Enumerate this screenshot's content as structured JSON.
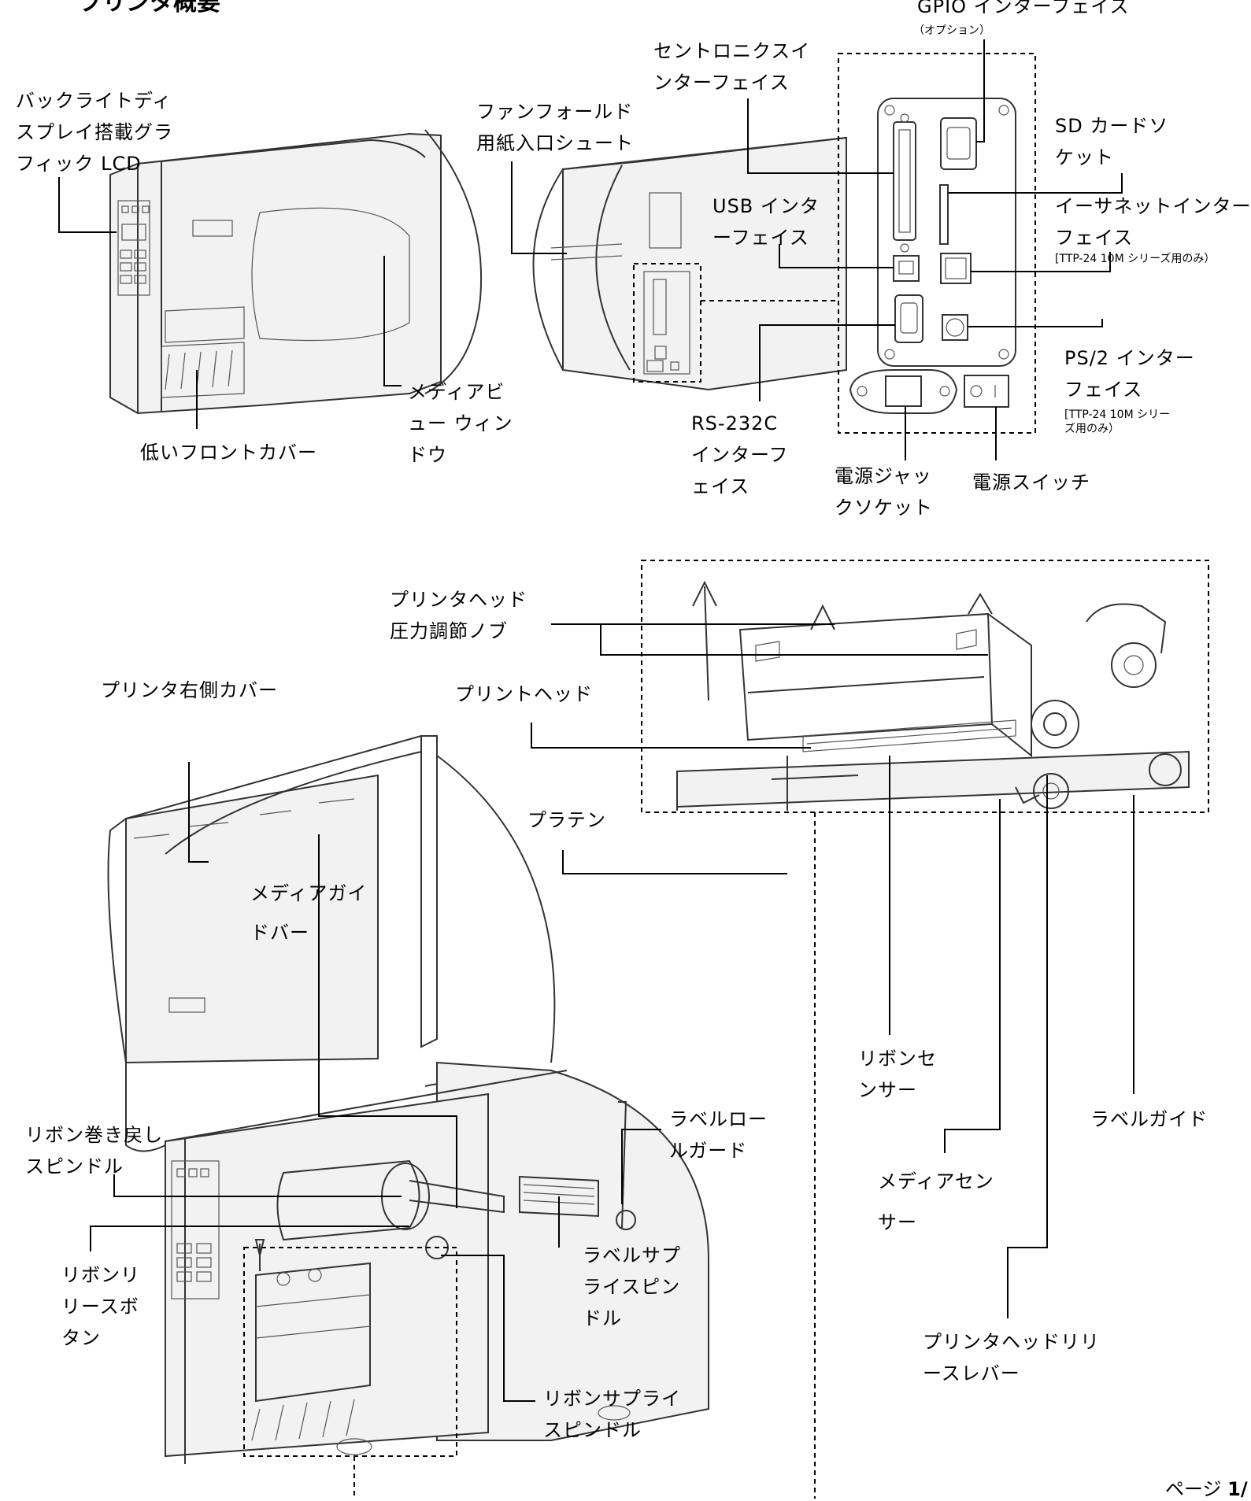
{
  "title": "プリンタ概要",
  "page_number_prefix": "ページ ",
  "page_number": "1/",
  "labels": {
    "lcd": "バックライトディ\nスプレイ搭載グラ\nフィック LCD",
    "fanfold": "ファンフォールド\n用紙入口シュート",
    "centronics": "セントロニクスイ\nンターフェイス",
    "gpio": "GPIO インターフェイス",
    "gpio_option": "（オプション）",
    "sd": "SD カードソ\nケット",
    "usb": "USB インタ\nーフェイス",
    "ethernet": "イーサネットインター\nフェイス",
    "ethernet_note": "[TTP-24 10M シリーズ用のみ）",
    "ps2": "PS/2 インター\nフェイス",
    "ps2_note": "[TTP-24 10M シリー\nズ用のみ）",
    "rs232": "RS-232C\nインターフ\nェイス",
    "power_jack": "電源ジャッ\nクソケット",
    "power_switch": "電源スイッチ",
    "media_window": "メディアビ\nュー ウィン\nドウ",
    "lower_cover": "低いフロントカバー",
    "head_pressure": "プリンタヘッド\n圧力調節ノブ",
    "right_cover": "プリンタ右側カバー",
    "print_head": "プリントヘッド",
    "platen": "プラテン",
    "media_guide_bar": "メディアガイ\nドバー",
    "ribbon_rewind": "リボン巻き戻し\nスピンドル",
    "label_roll_guard": "ラベルロー\nルガード",
    "label_supply": "ラベルサプ\nライスピン\nドル",
    "ribbon_release": "リボンリ\nリースボ\nタン",
    "ribbon_supply": "リボンサプライ\nスピンドル",
    "ribbon_sensor": "リボンセ\nンサー",
    "label_guide": "ラベルガイド",
    "media_sensor": "メディアセン\nサー",
    "head_release": "プリンタヘッドリリ\nースレバー"
  }
}
